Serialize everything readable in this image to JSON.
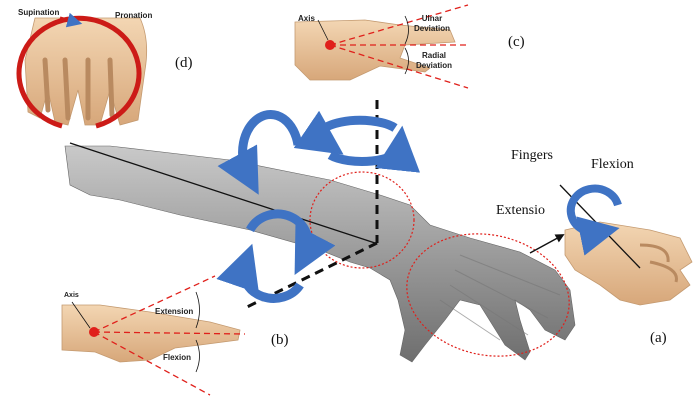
{
  "panel_d": {
    "caption": "(d)",
    "supination": "Supination",
    "pronation": "Pronation"
  },
  "panel_c": {
    "caption": "(c)",
    "axis": "Axis",
    "ulnar": "Ulnar\nDeviation",
    "radial": "Radial\nDeviation"
  },
  "panel_b": {
    "caption": "(b)",
    "axis": "Axis",
    "extension": "Extension",
    "flexion": "Flexion"
  },
  "panel_a": {
    "caption": "(a)",
    "fingers": "Fingers",
    "flexion": "Flexion",
    "extension": "Extensio"
  },
  "colors": {
    "arrow_blue": "#3f73c4",
    "red": "#e0201b",
    "skin": "#e8c39a",
    "arm_gray": "#9e9e9e"
  }
}
